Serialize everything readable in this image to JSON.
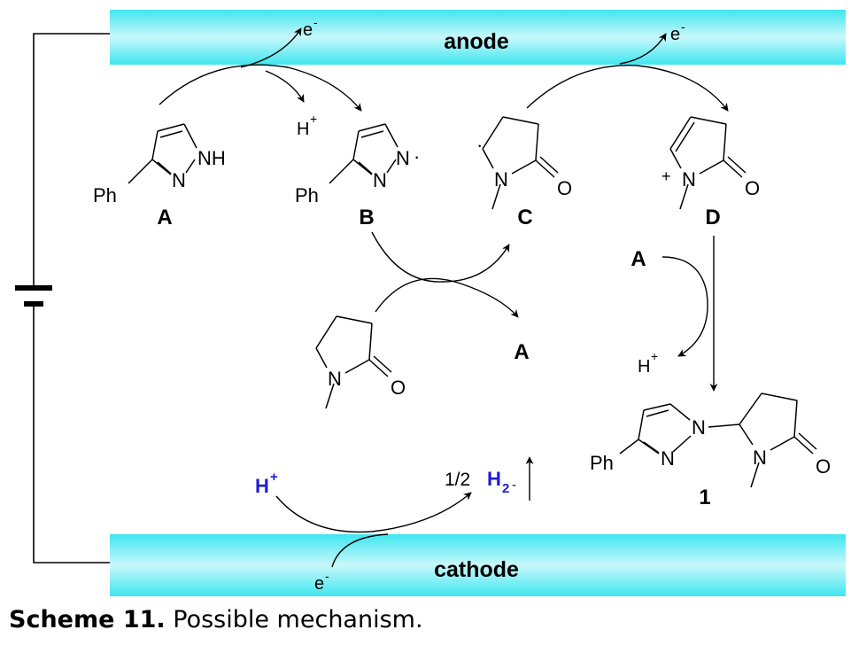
{
  "electrodes": {
    "anode": "anode",
    "cathode": "cathode"
  },
  "electron": "e",
  "electron_charge": "-",
  "proton": "H",
  "proton_charge": "+",
  "hydrogen_prefix": "1/2",
  "hydrogen": "H",
  "hydrogen_subscript": "2",
  "hydrogen_charge": "-",
  "compound_labels": {
    "A": "A",
    "B": "B",
    "C": "C",
    "D": "D",
    "product": "1"
  },
  "atoms": {
    "Ph": "Ph",
    "N": "N",
    "NH": "NH",
    "O": "O"
  },
  "radical_dot": "·",
  "plus": "+",
  "caption": {
    "label": "Scheme 11.",
    "text": " Possible mechanism."
  },
  "colors": {
    "electrode": "#3fe6ef",
    "electrode_highlight": "#c8f8fb",
    "highlight_text": "#1d1bd6"
  }
}
